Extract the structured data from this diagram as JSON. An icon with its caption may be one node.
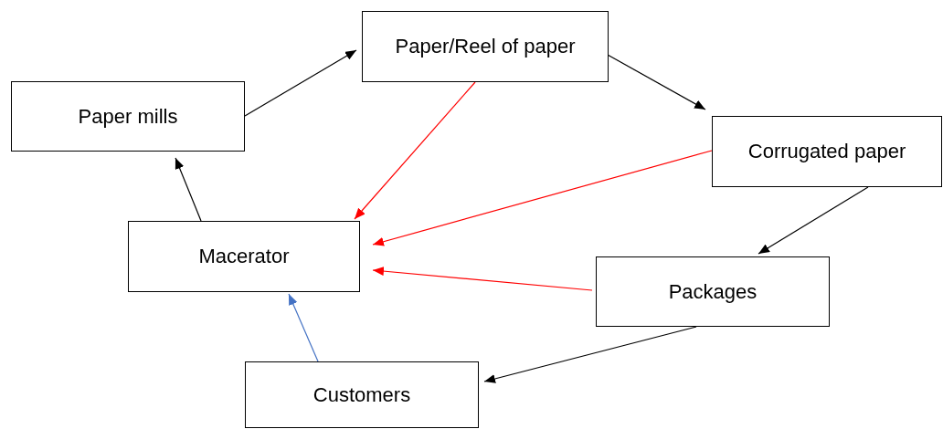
{
  "diagram": {
    "nodes": [
      {
        "text": [
          "Paper/Reel of paper"
        ]
      },
      {
        "text": [
          "Paper mills"
        ]
      },
      {
        "text": [
          "Corrugated paper"
        ]
      },
      {
        "text": [
          "Macerator"
        ]
      },
      {
        "text": [
          "Packages"
        ]
      },
      {
        "text": [
          "Customers"
        ]
      }
    ],
    "edges": [
      {
        "from": 1,
        "to": 0,
        "arrow": "to"
      },
      {
        "from": 0,
        "to": 2,
        "arrow": "to"
      },
      {
        "from": 2,
        "to": 4,
        "arrow": "to"
      },
      {
        "from": 4,
        "to": 5,
        "arrow": "to"
      },
      {
        "from": 3,
        "to": 1,
        "arrow": "to"
      },
      {
        "from": 0,
        "to": 3,
        "arrow": "to",
        "color": "#ff0000"
      },
      {
        "from": 2,
        "to": 3,
        "arrow": "to",
        "color": "#ff0000"
      },
      {
        "from": 4,
        "to": 3,
        "arrow": "to",
        "color": "#ff0000"
      },
      {
        "from": 5,
        "to": 3,
        "arrow": "to",
        "color": "#4472c4"
      }
    ]
  }
}
